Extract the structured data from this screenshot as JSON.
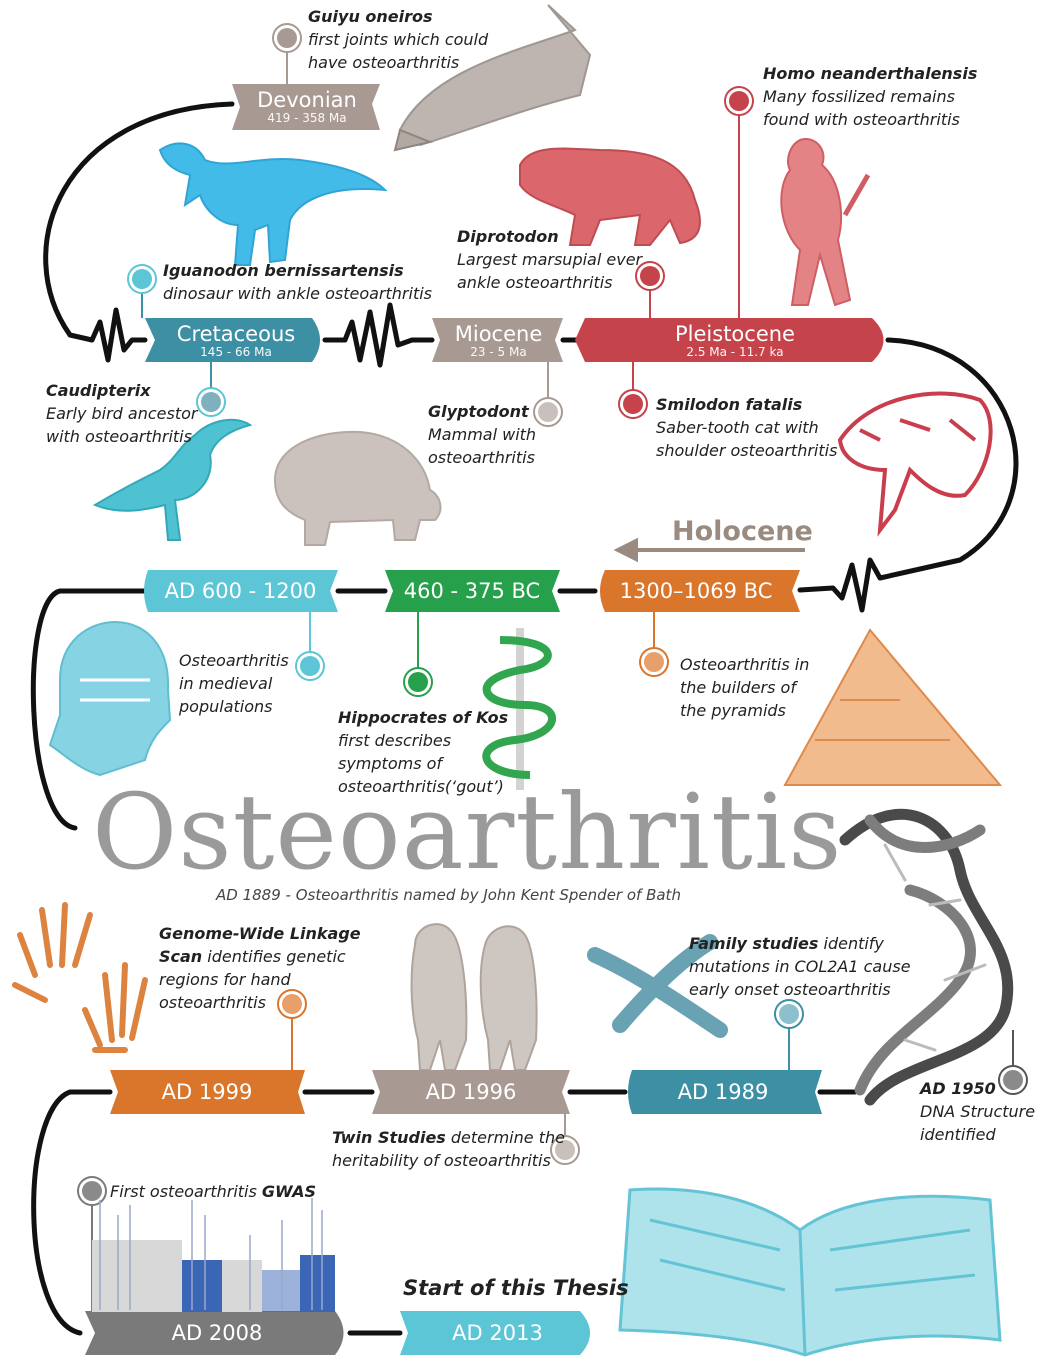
{
  "colors": {
    "taupe": "#a89a92",
    "teal": "#3d8fa3",
    "red": "#c5434a",
    "light_blue": "#5cc5d6",
    "green": "#26a04b",
    "orange": "#d9762c",
    "gray": "#7a7a7a",
    "blue_book": "#5cc5d6"
  },
  "periods": [
    {
      "name": "Devonian",
      "range": "419 - 358 Ma"
    },
    {
      "name": "Cretaceous",
      "range": "145 - 66 Ma"
    },
    {
      "name": "Miocene",
      "range": "23 - 5 Ma"
    },
    {
      "name": "Pleistocene",
      "range": "2.5 Ma - 11.7 ka"
    },
    {
      "name": "AD 600 - 1200"
    },
    {
      "name": "460 - 375 BC"
    },
    {
      "name": "1300–1069 BC"
    },
    {
      "name": "AD 1999"
    },
    {
      "name": "AD 1996"
    },
    {
      "name": "AD 1989"
    },
    {
      "name": "AD 2008"
    },
    {
      "name": "AD 2013"
    }
  ],
  "holocene": "Holocene",
  "title": "Osteoarthritis",
  "caption": "AD 1889 -  Osteoarthritis named by John Kent Spender of Bath",
  "thesis": "Start of this Thesis",
  "events": {
    "guiyu": {
      "name": "Guiyu oneiros",
      "l1": "first joints which could",
      "l2": "have osteoarthritis"
    },
    "neander": {
      "name": "Homo neanderthalensis",
      "l1": "Many fossilized remains",
      "l2": "found  with osteoarthritis"
    },
    "diproto": {
      "name": "Diprotodon",
      "l1": "Largest marsupial ever",
      "l2": "ankle osteoarthritis"
    },
    "iguano": {
      "name": "Iguanodon bernissartensis",
      "l1": "dinosaur with ankle osteoarthritis"
    },
    "caudi": {
      "name": "Caudipterix",
      "l1": "Early bird ancestor",
      "l2": "with osteoarthritis"
    },
    "glypto": {
      "name": "Glyptodont",
      "l1": "Mammal with",
      "l2": "osteoarthritis"
    },
    "smilo": {
      "name": "Smilodon fatalis",
      "l1": "Saber-tooth cat with",
      "l2": "shoulder osteoarthritis"
    },
    "medieval": {
      "l1": "Osteoarthritis",
      "l2": "in medieval",
      "l3": "populations"
    },
    "hippo": {
      "name": "Hippocrates of Kos",
      "l1": "first describes",
      "l2": "symptoms of",
      "l3": "osteoarthritis(‘gout’)"
    },
    "pyramids": {
      "l1": "Osteoarthritis   in",
      "l2": "the builders of",
      "l3": "the pyramids"
    },
    "genome": {
      "name1": "Genome-Wide Linkage",
      "name2": "Scan",
      "l1": " identifies genetic",
      "l2": "regions for hand",
      "l3": "osteoarthritis"
    },
    "family": {
      "name": "Family studies",
      "l1": " identify",
      "l2": "mutations in COL2A1 cause",
      "l3": "early onset osteoarthritis"
    },
    "twin": {
      "name": "Twin Studies",
      "l1": " determine the",
      "l2": "heritability of osteoarthritis"
    },
    "dna": {
      "name": "AD 1950",
      "l1": "DNA Structure",
      "l2": "identified"
    },
    "gwas": {
      "l1": "First osteoarthritis ",
      "name": "GWAS"
    }
  }
}
